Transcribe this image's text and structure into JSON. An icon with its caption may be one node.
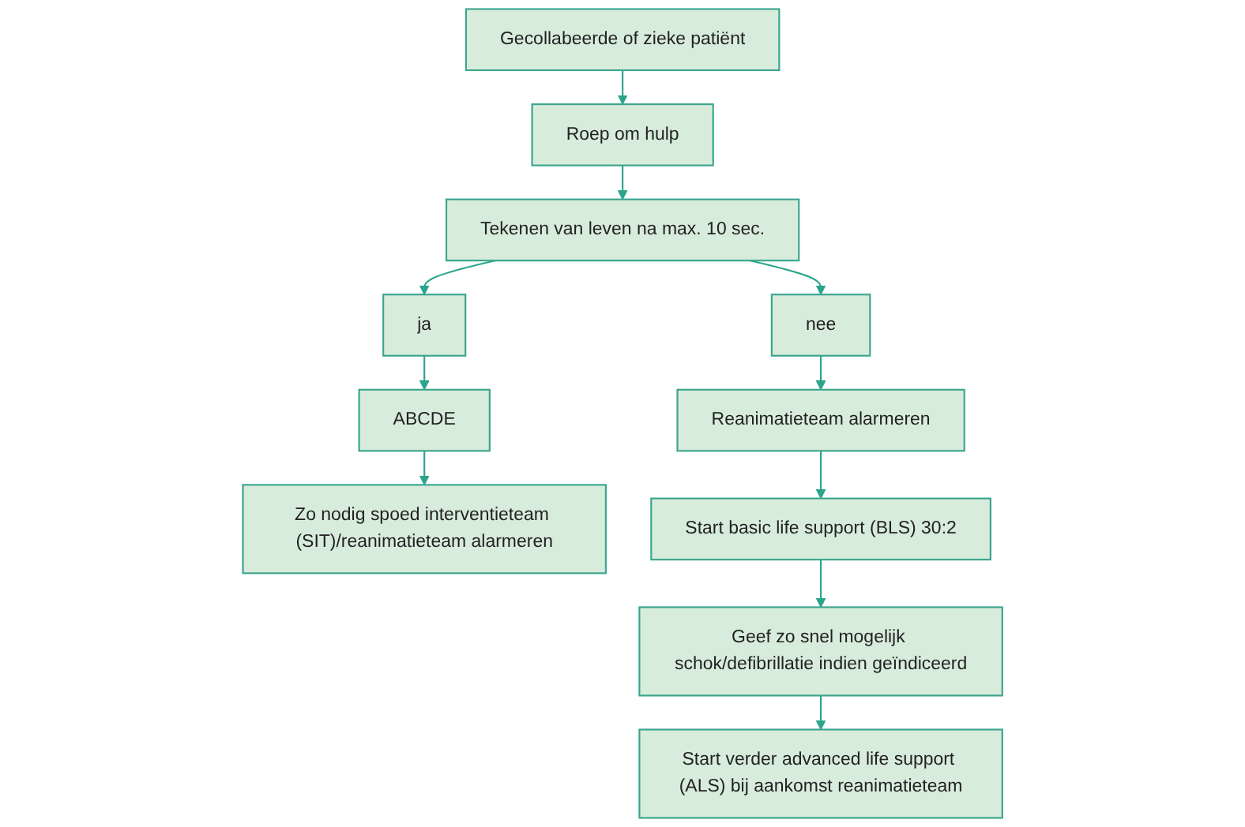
{
  "diagram": {
    "nodes": [
      {
        "text": [
          "Gecollabeerde of zieke patiënt"
        ]
      },
      {
        "text": [
          "Roep om hulp"
        ]
      },
      {
        "text": [
          "Tekenen van leven na max. 10 sec."
        ]
      },
      {
        "text": [
          "ja"
        ]
      },
      {
        "text": [
          "nee"
        ]
      },
      {
        "text": [
          "ABCDE"
        ]
      },
      {
        "text": [
          "Zo nodig spoed interventieteam (SIT)/reanimatieteam alarmeren"
        ]
      },
      {
        "text": [
          "Reanimatieteam alarmeren"
        ]
      },
      {
        "text": [
          "Start basic life support (BLS) 30:2"
        ]
      },
      {
        "text": [
          "Geef zo snel mogelijk schok/defibrillatie indien geïndiceerd"
        ]
      },
      {
        "text": [
          "Start verder advanced life support (ALS) bij aankomst reanimatieteam"
        ]
      }
    ],
    "edges": [
      {
        "from": 0,
        "to": 1,
        "arrow": "to"
      },
      {
        "from": 1,
        "to": 2,
        "arrow": "to"
      },
      {
        "from": 2,
        "to": 3,
        "arrow": "to"
      },
      {
        "from": 2,
        "to": 4,
        "arrow": "to"
      },
      {
        "from": 3,
        "to": 5,
        "arrow": "to"
      },
      {
        "from": 5,
        "to": 6,
        "arrow": "to"
      },
      {
        "from": 4,
        "to": 7,
        "arrow": "to"
      },
      {
        "from": 7,
        "to": 8,
        "arrow": "to"
      },
      {
        "from": 8,
        "to": 9,
        "arrow": "to"
      },
      {
        "from": 9,
        "to": 10,
        "arrow": "to"
      }
    ]
  }
}
